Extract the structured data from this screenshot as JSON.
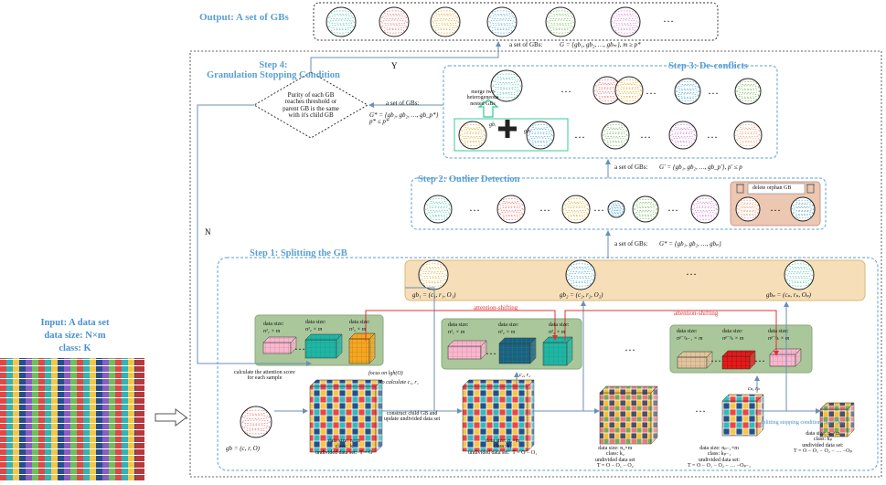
{
  "output_title": "Output: A set of GBs",
  "input": {
    "title": "Input: A data set",
    "size": "data size: N×m",
    "class": "class:  K"
  },
  "step1": "Step 1: Splitting the GB",
  "step2": "Step 2: Outlier Detection",
  "step3": "Step 3: De-conflicts",
  "step4": "Step 4:\nGranulation Stopping Condition",
  "ellipsis": "…",
  "condition": "Purity of each GB\nreaches threshold or\nparent GB is the same\nwith it's child GB",
  "yes": "Y",
  "no": "N",
  "set_of_gbs": "a set of GBs:",
  "G_out": "G = {gb₁, gb₂, …, gbₘ}, m ≥ p*",
  "G_prime4": "G* = {gb₁, gb₂, …, gb_p*}\np* ≤ p*",
  "G_prime2": "G' = {gb₁, gb₂, …, gb_p'}, p' ≤ p",
  "G_star1": "G* = {gb₁, gb₂, …, gbₚ}",
  "merge": "merge two\nheterogeneous\nnested GBs",
  "gb_i": "gbᵢ",
  "gb_j": "gbⱼ",
  "delete_orphan": "delete orphan GB",
  "gb1": "gb₁ = (c₁, r₁, O₁)",
  "gb2": "gb₂ = (c₂, r₂, O₂)",
  "gbp": "gbₚ = (cₚ, rₚ, Oₚ)",
  "attention_shifting": "attention-shifting",
  "data_size": "data size:",
  "n1m_a": "n¹₁ × m",
  "n1m_b": "n¹₂ × m",
  "n1m_c": "n¹₃ × m",
  "nm_box2_a": "n²₁ × m",
  "nm_box2_b": "n²₂ × m",
  "nm_box2_c": "n²₃ × m",
  "nm_box3_a": "nᵖ⁻¹ₖ₋₁ × m",
  "nm_box3_b": "nᵖ⁻¹ₖ × m",
  "nm_box3_c": "nᵖ⁻¹ₖ × m",
  "calc_attention": "calculate the attention score\nfor each sample",
  "focus_on": "focus on  lgh(O)",
  "to_calculate": "to calculate  c₁, r₁",
  "c2r2": "c₂, r₂",
  "cprp": "cₚ, rₚ",
  "construct_child": "construct child GB and\nupdate undivided data set",
  "gb_def": "gb = (c, r, O)",
  "ds0": "data size: n×m\nclass:  k\nundivided data set:  T = O",
  "ds1": "data size: n₁×m\nclass: k₁\nundivided data set:  T = O − O₁",
  "ds2": "data size: n₂×m\nclass: k₂\nundivided data set\nT = O − O₁ − O₂",
  "dsp1": "data size: nₚ₋₁×m\nclass: kₚ₋₁\nundivided data set:\nT = O − O₁ − O₂ − … −Oₚ₋₁",
  "dsp": "data size: nₚ×m\nclass: kₚ\nundivided data set:\nT = O − O₁ − O₂ − … −Oₚ",
  "stop_cond": "splitting stopping condition: |nₚ| = |kₚ|",
  "colors": {
    "blue": "#5a9fd6",
    "green_box": "#a9c79b",
    "orange_box": "#f6dfb8",
    "red": "#e03030",
    "pink_box": "#ecc7b2"
  }
}
